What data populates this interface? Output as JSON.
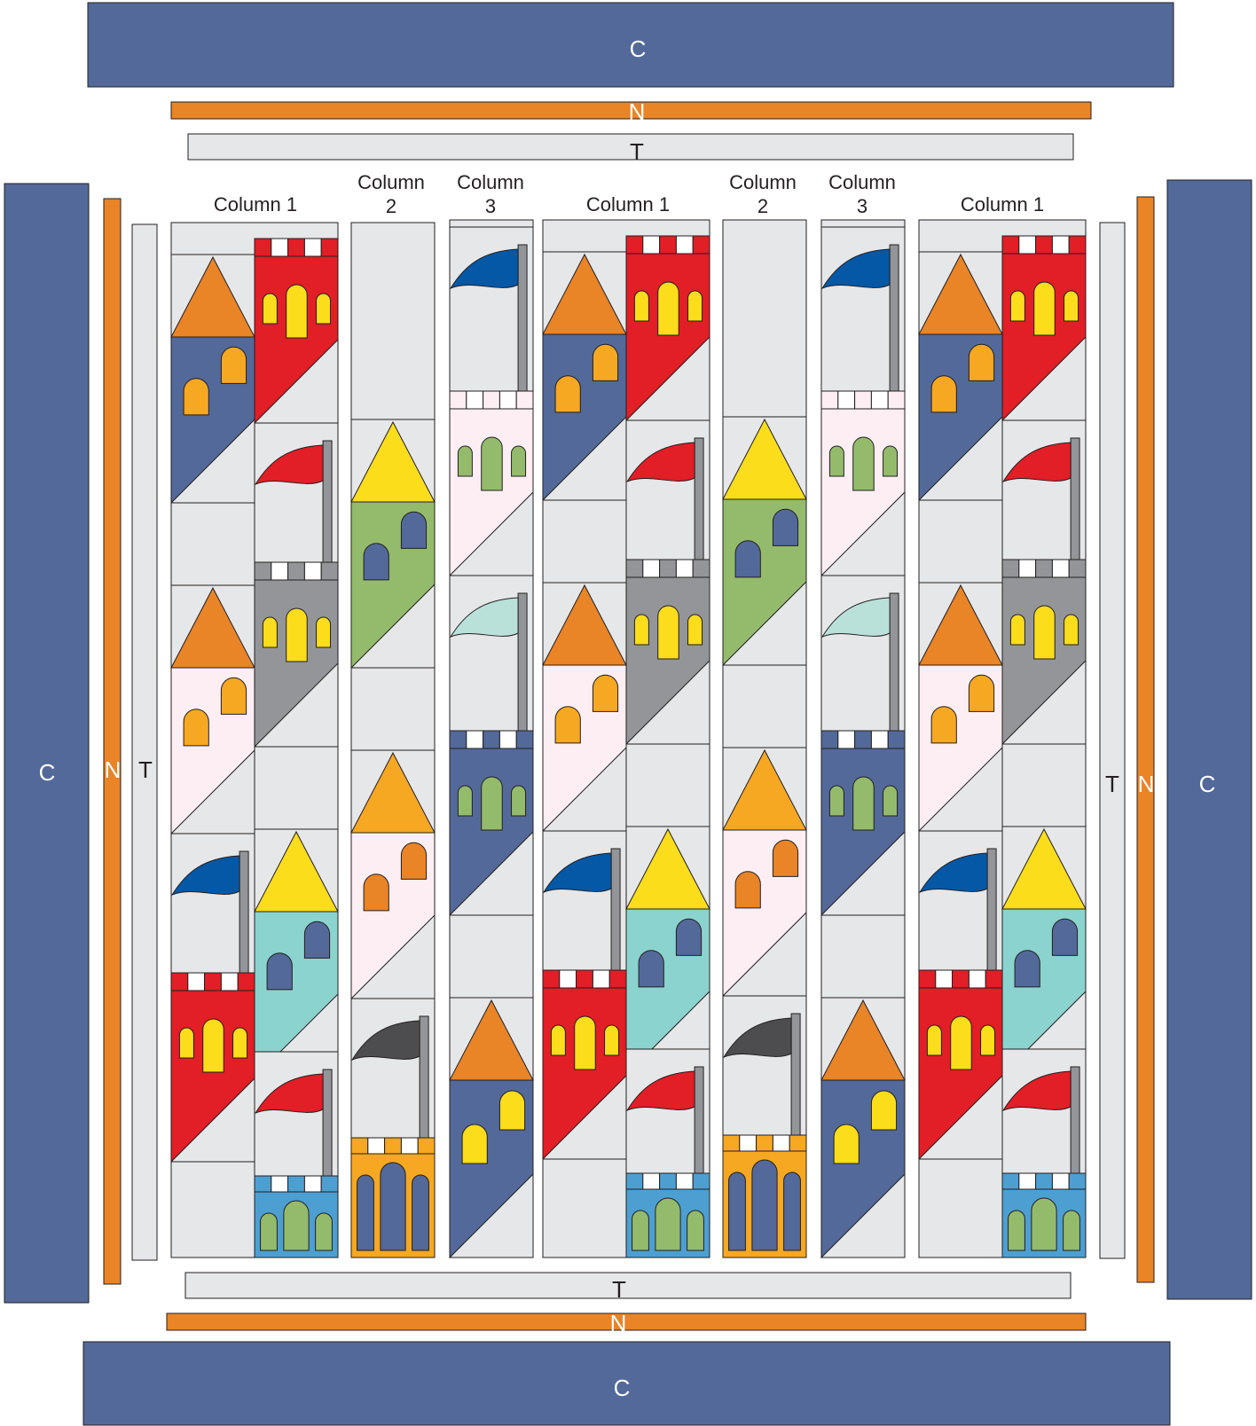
{
  "borders": {
    "c_label": "C",
    "n_label": "N",
    "t_label": "T"
  },
  "column_headers": [
    {
      "id": "p1-col1",
      "lines": [
        "Column 1"
      ]
    },
    {
      "id": "p1-col2",
      "lines": [
        "Column",
        "2"
      ]
    },
    {
      "id": "p1-col3",
      "lines": [
        "Column",
        "3"
      ]
    },
    {
      "id": "p2-col1",
      "lines": [
        "Column 1"
      ]
    },
    {
      "id": "p2-col2",
      "lines": [
        "Column",
        "2"
      ]
    },
    {
      "id": "p2-col3",
      "lines": [
        "Column",
        "3"
      ]
    },
    {
      "id": "p3-col1",
      "lines": [
        "Column 1"
      ]
    }
  ],
  "colors": {
    "border_c": "#536999",
    "border_n": "#e98427",
    "border_t": "#e6e7e8",
    "background_patch": "#e6e7e8",
    "outline": "#231f20",
    "flagpole": "#939598",
    "window_gold": "#f6a822",
    "window_yellow": "#fbdd1b",
    "window_green": "#94bb6b",
    "window_navy": "#536999",
    "window_orange": "#e98427"
  },
  "tower_palette": {
    "red": "#e21e26",
    "gray": "#939598",
    "navy": "#536999",
    "pink": "#fdeef4",
    "green": "#94bb6b",
    "teal": "#8bd3ce",
    "gold": "#f6a822",
    "blue": "#4d9fd2"
  },
  "roof_palette": {
    "orange": "#e98427",
    "yellow": "#fbdd1b",
    "gold": "#f6a822"
  },
  "flag_palette": {
    "blue": "#0458a5",
    "red": "#e21e26",
    "mint": "#b9e0d9",
    "charcoal": "#4d4d4f"
  },
  "columns": [
    {
      "type": "A",
      "pieces": [
        {
          "kind": "roof",
          "color": "orange",
          "sub": "left"
        },
        {
          "kind": "crenel-tower",
          "color": "red",
          "windows": "yellow",
          "sub": "right"
        },
        {
          "kind": "slant-tower",
          "color": "navy",
          "windows": "gold",
          "sub": "left"
        },
        {
          "kind": "flag",
          "color": "red",
          "sub": "right"
        },
        {
          "kind": "roof",
          "color": "orange",
          "sub": "left"
        },
        {
          "kind": "crenel-tower",
          "color": "gray",
          "windows": "yellow",
          "sub": "right"
        },
        {
          "kind": "slant-tower",
          "color": "pink",
          "windows": "gold",
          "sub": "left"
        },
        {
          "kind": "flag",
          "color": "blue",
          "sub": "left"
        },
        {
          "kind": "roof",
          "color": "yellow",
          "sub": "right"
        },
        {
          "kind": "crenel-tower",
          "color": "red",
          "windows": "yellow",
          "sub": "left"
        },
        {
          "kind": "slant-tower",
          "color": "teal",
          "windows": "navy",
          "sub": "right"
        },
        {
          "kind": "flag",
          "color": "red",
          "sub": "right"
        },
        {
          "kind": "castle-base",
          "color": "blue",
          "windows": "green",
          "sub": "right"
        }
      ]
    },
    {
      "type": "B",
      "pieces": [
        {
          "kind": "roof",
          "color": "yellow"
        },
        {
          "kind": "slant-tower",
          "color": "green",
          "windows": "navy"
        },
        {
          "kind": "roof",
          "color": "gold"
        },
        {
          "kind": "slant-tower",
          "color": "pink",
          "windows": "orange"
        },
        {
          "kind": "flag",
          "color": "charcoal"
        },
        {
          "kind": "castle-base",
          "color": "gold",
          "windows": "navy"
        }
      ]
    },
    {
      "type": "C",
      "pieces": [
        {
          "kind": "flag",
          "color": "blue"
        },
        {
          "kind": "crenel-tower",
          "color": "pink",
          "windows": "green"
        },
        {
          "kind": "flag",
          "color": "mint"
        },
        {
          "kind": "crenel-tower",
          "color": "navy",
          "windows": "green"
        },
        {
          "kind": "roof",
          "color": "orange"
        },
        {
          "kind": "slant-tower",
          "color": "navy",
          "windows": "yellow"
        }
      ]
    }
  ]
}
